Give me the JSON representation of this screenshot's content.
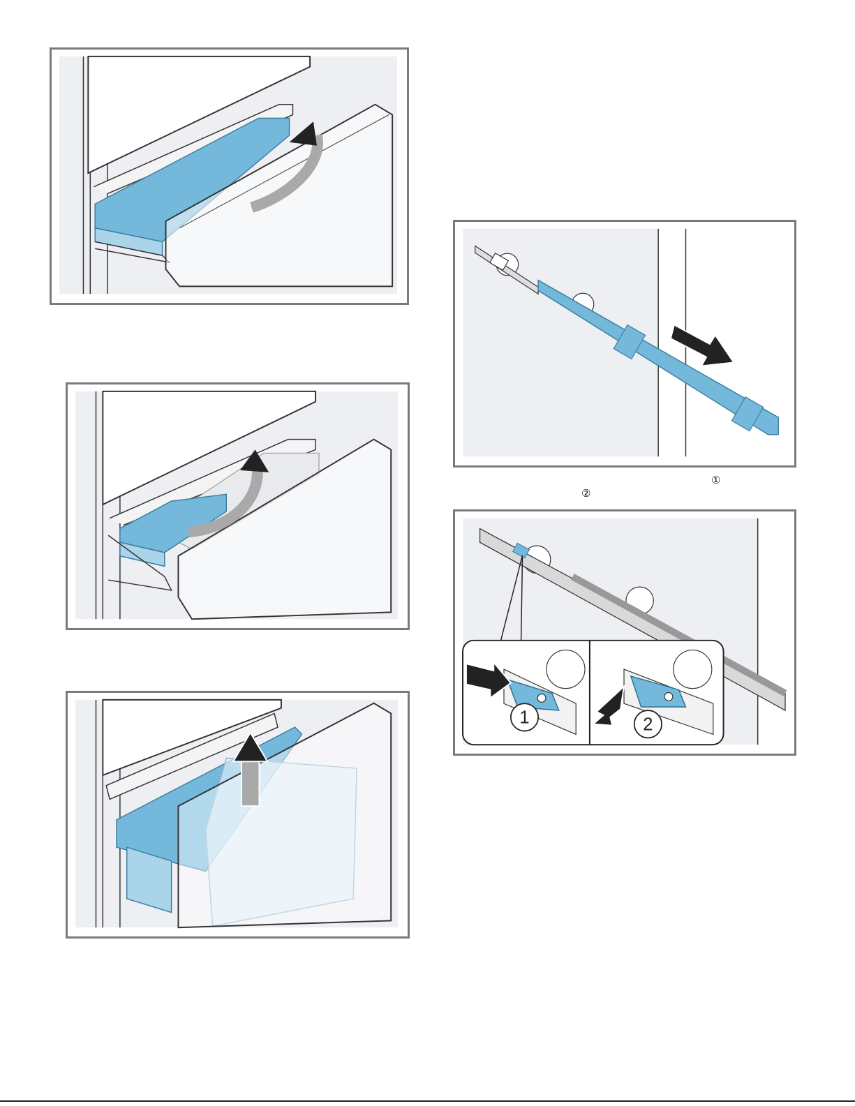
{
  "markers": {
    "step_one": "①",
    "step_two": "②"
  },
  "callout": {
    "label_one": "1",
    "label_two": "2"
  },
  "colors": {
    "accent_blue": "#74b9dc",
    "frame_gray": "#7a7a7a",
    "wall_gray": "#eeeff3",
    "arrow_gray": "#a9a9a9"
  }
}
